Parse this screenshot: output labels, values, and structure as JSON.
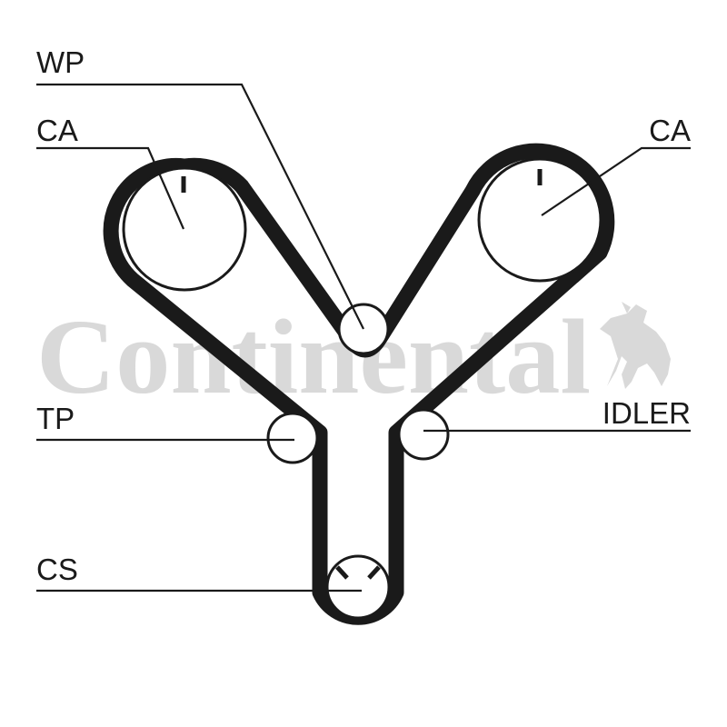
{
  "watermark": {
    "brand": "Continental",
    "logo_icon": "horse-logo-icon",
    "color": "#d9d9d9"
  },
  "labels": {
    "wp": "WP",
    "ca_left": "CA",
    "ca_right": "CA",
    "tp": "TP",
    "idler": "IDLER",
    "cs": "CS"
  },
  "colors": {
    "ink": "#1a1a1a",
    "background": "#ffffff"
  }
}
